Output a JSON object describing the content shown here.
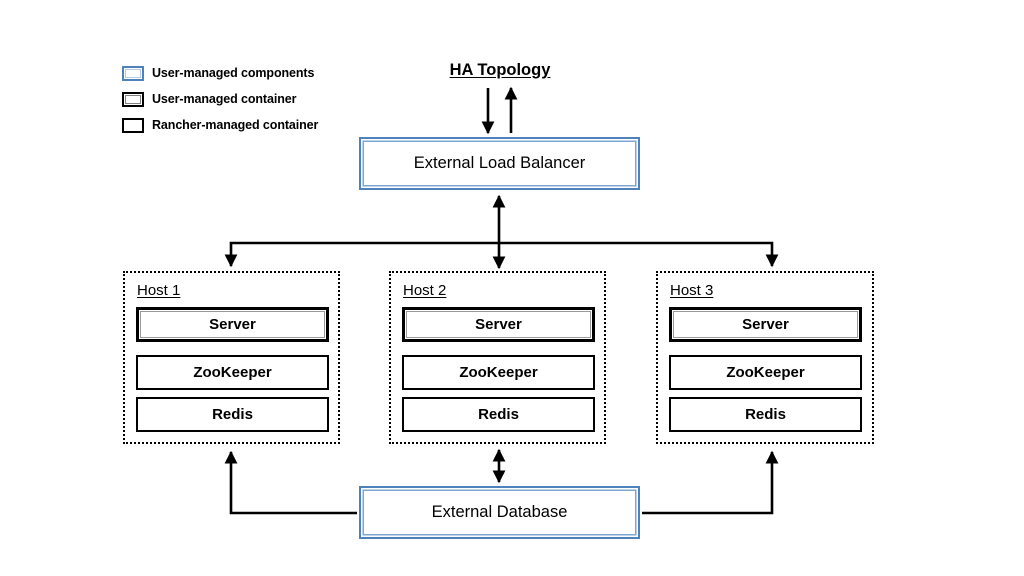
{
  "title": "HA Topology",
  "colors": {
    "user_managed_blue": "#4f81bd",
    "border_black": "#000000",
    "background": "#ffffff"
  },
  "legend": {
    "items": [
      {
        "label": "User-managed components",
        "swatch": "blue-outline-square"
      },
      {
        "label": "User-managed container",
        "swatch": "thick-black-double-square"
      },
      {
        "label": "Rancher-managed container",
        "swatch": "black-outline-square"
      }
    ]
  },
  "nodes": {
    "load_balancer": {
      "label": "External Load Balancer",
      "style": "user-managed-component"
    },
    "database": {
      "label": "External Database",
      "style": "user-managed-component"
    }
  },
  "hosts": [
    {
      "label": "Host 1",
      "containers": [
        {
          "label": "Server",
          "style": "user-managed-container"
        },
        {
          "label": "ZooKeeper",
          "style": "rancher-managed-container"
        },
        {
          "label": "Redis",
          "style": "rancher-managed-container"
        }
      ]
    },
    {
      "label": "Host 2",
      "containers": [
        {
          "label": "Server",
          "style": "user-managed-container"
        },
        {
          "label": "ZooKeeper",
          "style": "rancher-managed-container"
        },
        {
          "label": "Redis",
          "style": "rancher-managed-container"
        }
      ]
    },
    {
      "label": "Host 3",
      "containers": [
        {
          "label": "Server",
          "style": "user-managed-container"
        },
        {
          "label": "ZooKeeper",
          "style": "rancher-managed-container"
        },
        {
          "label": "Redis",
          "style": "rancher-managed-container"
        }
      ]
    }
  ],
  "connections": [
    {
      "from": "external-traffic",
      "to": "load-balancer",
      "direction": "down"
    },
    {
      "from": "load-balancer",
      "to": "external-traffic",
      "direction": "up"
    },
    {
      "from": "load-balancer",
      "to": "host-1",
      "direction": "down"
    },
    {
      "from": "load-balancer",
      "to": "host-2",
      "direction": "bidirectional"
    },
    {
      "from": "load-balancer",
      "to": "host-3",
      "direction": "down"
    },
    {
      "from": "host-1",
      "to": "database",
      "direction": "up"
    },
    {
      "from": "host-2",
      "to": "database",
      "direction": "bidirectional"
    },
    {
      "from": "host-3",
      "to": "database",
      "direction": "up"
    }
  ]
}
